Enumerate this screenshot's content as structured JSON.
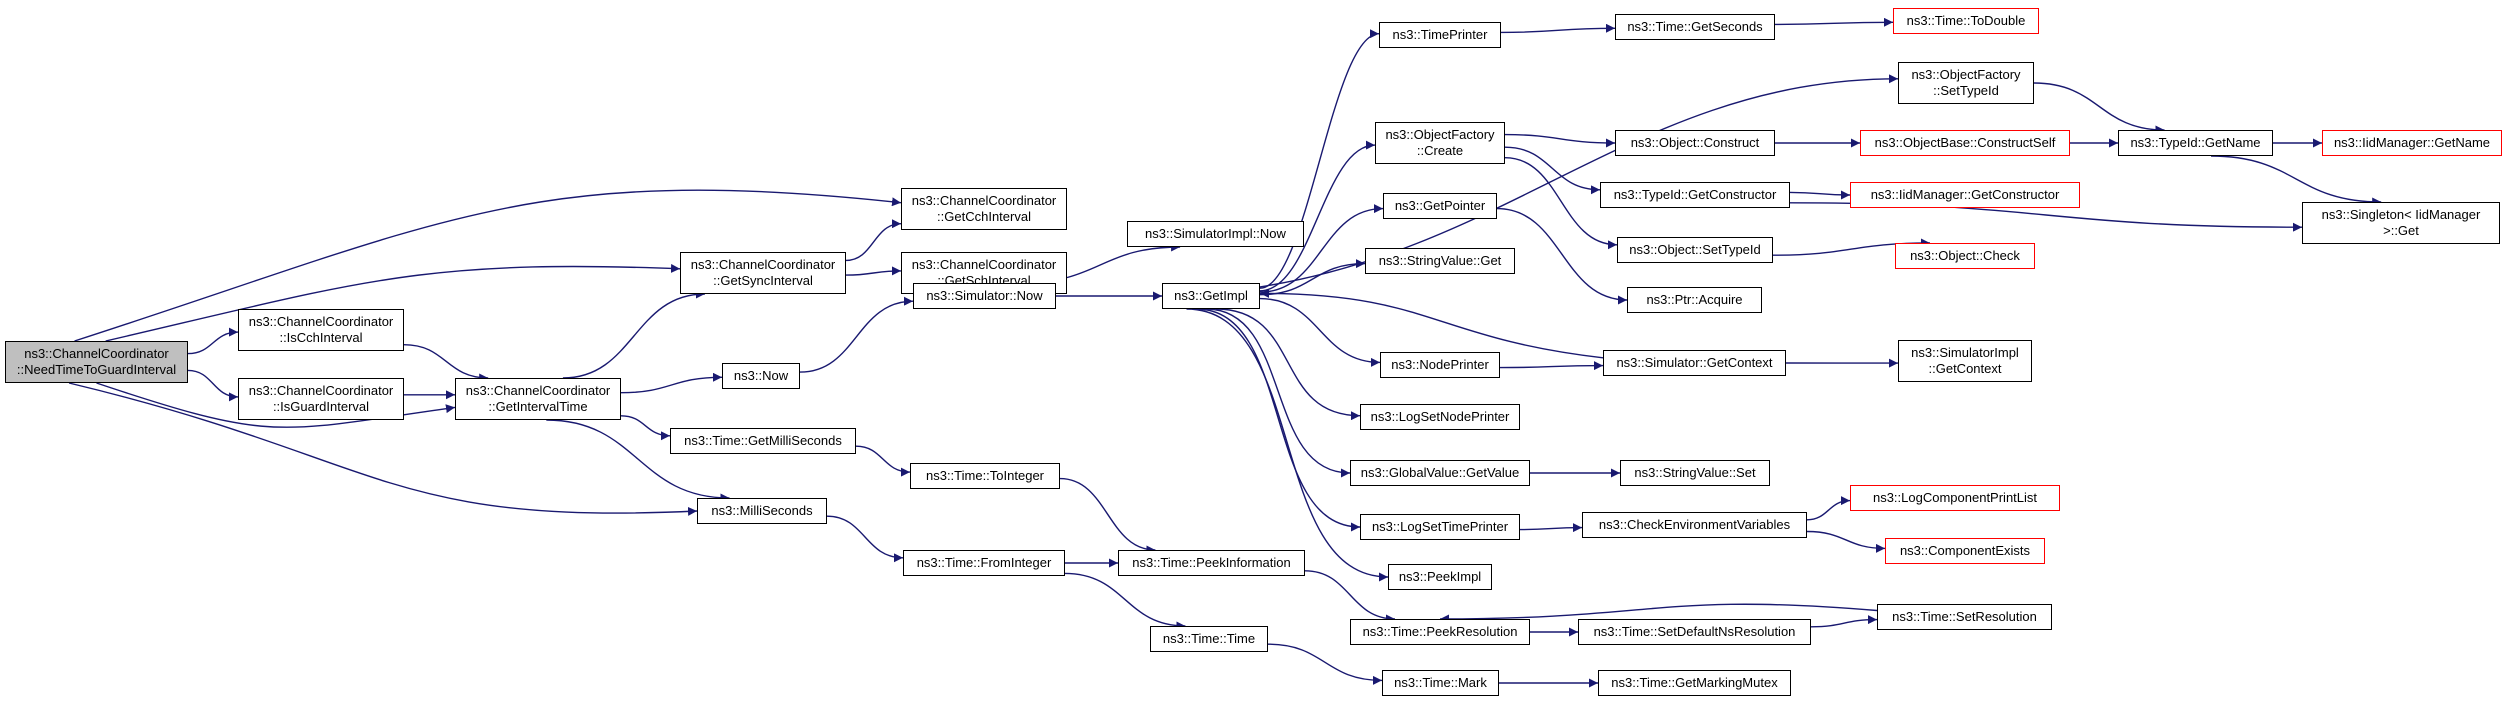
{
  "colors": {
    "edge": "#191970",
    "border": "#000000",
    "truncated_border": "#ff0000",
    "root_fill": "#bfbfbf",
    "node_fill": "#ffffff"
  },
  "nodes": {
    "n01": {
      "lines": [
        "ns3::ChannelCoordinator",
        "::NeedTimeToGuardInterval"
      ],
      "root": true
    },
    "n02": {
      "lines": [
        "ns3::ChannelCoordinator",
        "::GetCchInterval"
      ]
    },
    "n03": {
      "lines": [
        "ns3::ChannelCoordinator",
        "::GetSyncInterval"
      ]
    },
    "n04": {
      "lines": [
        "ns3::ChannelCoordinator",
        "::GetSchInterval"
      ]
    },
    "n05": {
      "lines": [
        "ns3::ChannelCoordinator",
        "::IsCchInterval"
      ]
    },
    "n06": {
      "lines": [
        "ns3::ChannelCoordinator",
        "::IsGuardInterval"
      ]
    },
    "n07": {
      "lines": [
        "ns3::ChannelCoordinator",
        "::GetIntervalTime"
      ]
    },
    "n08": {
      "lines": [
        "ns3::Now"
      ]
    },
    "n09": {
      "lines": [
        "ns3::Time::GetMilliSeconds"
      ]
    },
    "n10": {
      "lines": [
        "ns3::MilliSeconds"
      ]
    },
    "n11": {
      "lines": [
        "ns3::SimulatorImpl::Now"
      ]
    },
    "n12": {
      "lines": [
        "ns3::Simulator::Now"
      ]
    },
    "n13": {
      "lines": [
        "ns3::Time::ToInteger"
      ]
    },
    "n14": {
      "lines": [
        "ns3::Time::FromInteger"
      ]
    },
    "n15": {
      "lines": [
        "ns3::Time::PeekInformation"
      ]
    },
    "n16": {
      "lines": [
        "ns3::Time::Time"
      ]
    },
    "n17": {
      "lines": [
        "ns3::GetImpl"
      ]
    },
    "n18": {
      "lines": [
        "ns3::TimePrinter"
      ]
    },
    "n19": {
      "lines": [
        "ns3::ObjectFactory",
        "::Create"
      ]
    },
    "n20": {
      "lines": [
        "ns3::GetPointer"
      ]
    },
    "n21": {
      "lines": [
        "ns3::StringValue::Get"
      ]
    },
    "n22": {
      "lines": [
        "ns3::NodePrinter"
      ]
    },
    "n23": {
      "lines": [
        "ns3::LogSetNodePrinter"
      ]
    },
    "n24": {
      "lines": [
        "ns3::GlobalValue::GetValue"
      ]
    },
    "n25": {
      "lines": [
        "ns3::LogSetTimePrinter"
      ]
    },
    "n26": {
      "lines": [
        "ns3::PeekImpl"
      ]
    },
    "n27": {
      "lines": [
        "ns3::Time::PeekResolution"
      ]
    },
    "n28": {
      "lines": [
        "ns3::Time::Mark"
      ]
    },
    "n29": {
      "lines": [
        "ns3::Time::GetSeconds"
      ]
    },
    "n30": {
      "lines": [
        "ns3::Object::Construct"
      ]
    },
    "n31": {
      "lines": [
        "ns3::TypeId::GetConstructor"
      ]
    },
    "n32": {
      "lines": [
        "ns3::Object::SetTypeId"
      ]
    },
    "n33": {
      "lines": [
        "ns3::Ptr::Acquire"
      ]
    },
    "n34": {
      "lines": [
        "ns3::Simulator::GetContext"
      ]
    },
    "n35": {
      "lines": [
        "ns3::StringValue::Set"
      ]
    },
    "n36": {
      "lines": [
        "ns3::CheckEnvironmentVariables"
      ]
    },
    "n37": {
      "lines": [
        "ns3::Time::SetDefaultNsResolution"
      ]
    },
    "n38": {
      "lines": [
        "ns3::Time::GetMarkingMutex"
      ]
    },
    "n39": {
      "lines": [
        "ns3::Time::ToDouble"
      ],
      "truncated": true
    },
    "n40": {
      "lines": [
        "ns3::ObjectFactory",
        "::SetTypeId"
      ]
    },
    "n41": {
      "lines": [
        "ns3::ObjectBase::ConstructSelf"
      ],
      "truncated": true
    },
    "n42": {
      "lines": [
        "ns3::IidManager::GetConstructor"
      ],
      "truncated": true
    },
    "n43": {
      "lines": [
        "ns3::Object::Check"
      ],
      "truncated": true
    },
    "n44": {
      "lines": [
        "ns3::SimulatorImpl",
        "::GetContext"
      ]
    },
    "n45": {
      "lines": [
        "ns3::LogComponentPrintList"
      ],
      "truncated": true
    },
    "n46": {
      "lines": [
        "ns3::ComponentExists"
      ],
      "truncated": true
    },
    "n47": {
      "lines": [
        "ns3::Time::SetResolution"
      ]
    },
    "n48": {
      "lines": [
        "ns3::TypeId::GetName"
      ]
    },
    "n49": {
      "lines": [
        "ns3::Singleton< IidManager",
        ">::Get"
      ]
    },
    "n50": {
      "lines": [
        "ns3::IidManager::GetName"
      ],
      "truncated": true
    }
  }
}
